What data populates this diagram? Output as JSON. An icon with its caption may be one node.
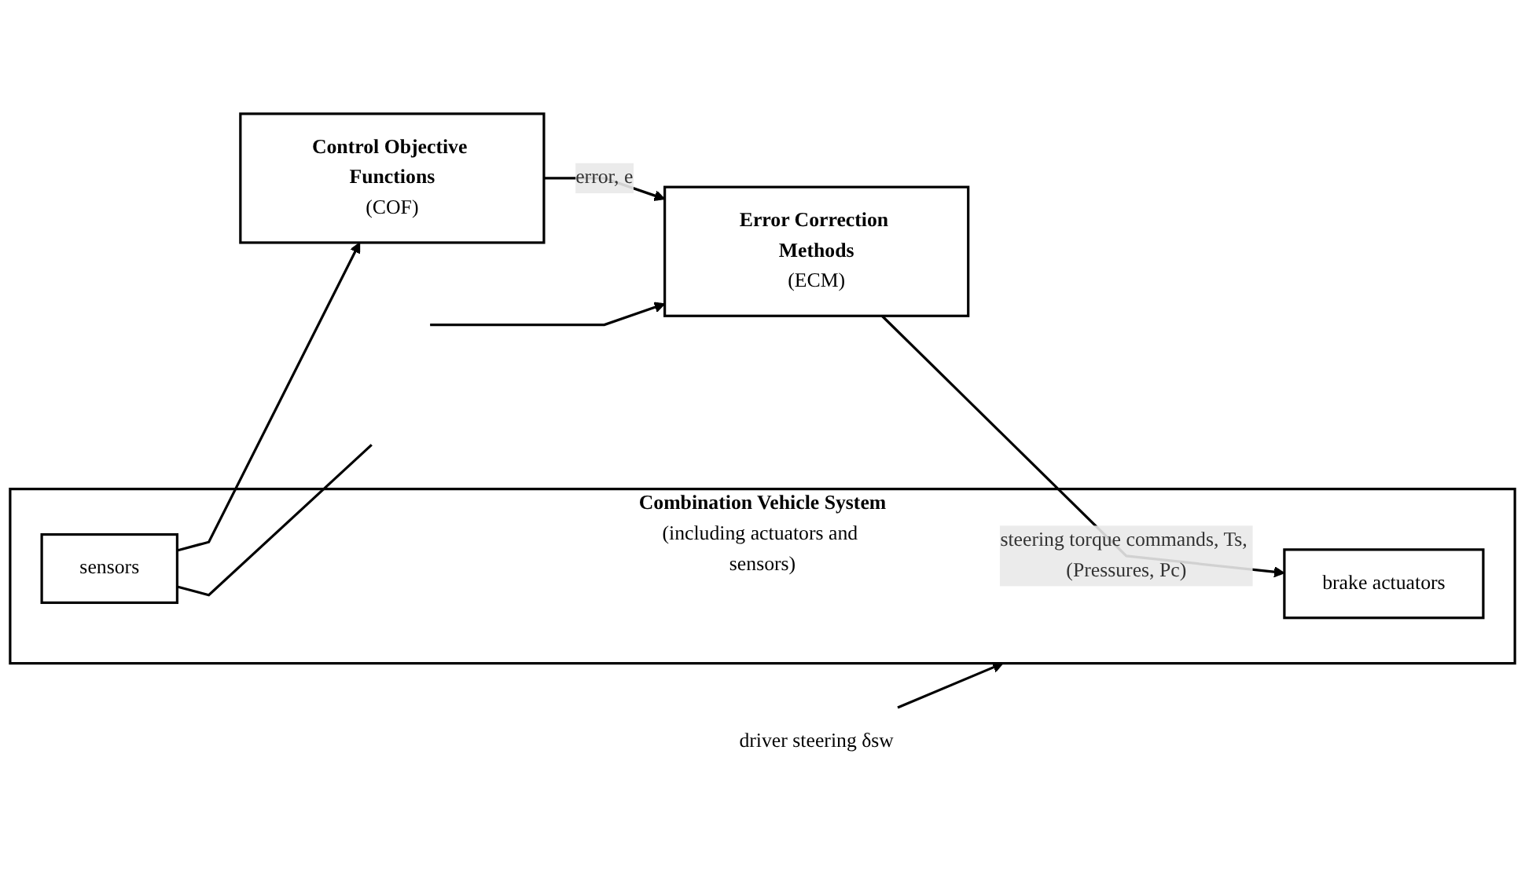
{
  "diagram": {
    "nodes": [
      {
        "text": [
          "driver steering δsw"
        ]
      },
      {
        "text": [
          "Combination Vehicle System",
          "(including actuators and sensors)"
        ]
      },
      {
        "text": [
          "brake actuators"
        ],
        "in": 1
      },
      {
        "text": [
          "sensors"
        ],
        "in": 1
      },
      {
        "text": [
          "Control Objective Functions",
          "(COF)"
        ]
      },
      {
        "text": [
          "Error Correction Methods",
          "(ECM)"
        ]
      }
    ],
    "edges": [
      {
        "from": 0,
        "to": 1,
        "arrow": "to"
      },
      {
        "from": 3,
        "to": 4,
        "arrow": "to"
      },
      {
        "from": 3,
        "to": null,
        "arrow": "none"
      },
      {
        "from": 4,
        "to": 5,
        "label": "error, e",
        "arrow": "to"
      },
      {
        "from": 5,
        "to": 2,
        "label": "steering torque commands, Ts, (Pressures, Pc)",
        "arrow": "to"
      },
      {
        "from": null,
        "to": 5,
        "arrow": "to"
      }
    ]
  }
}
